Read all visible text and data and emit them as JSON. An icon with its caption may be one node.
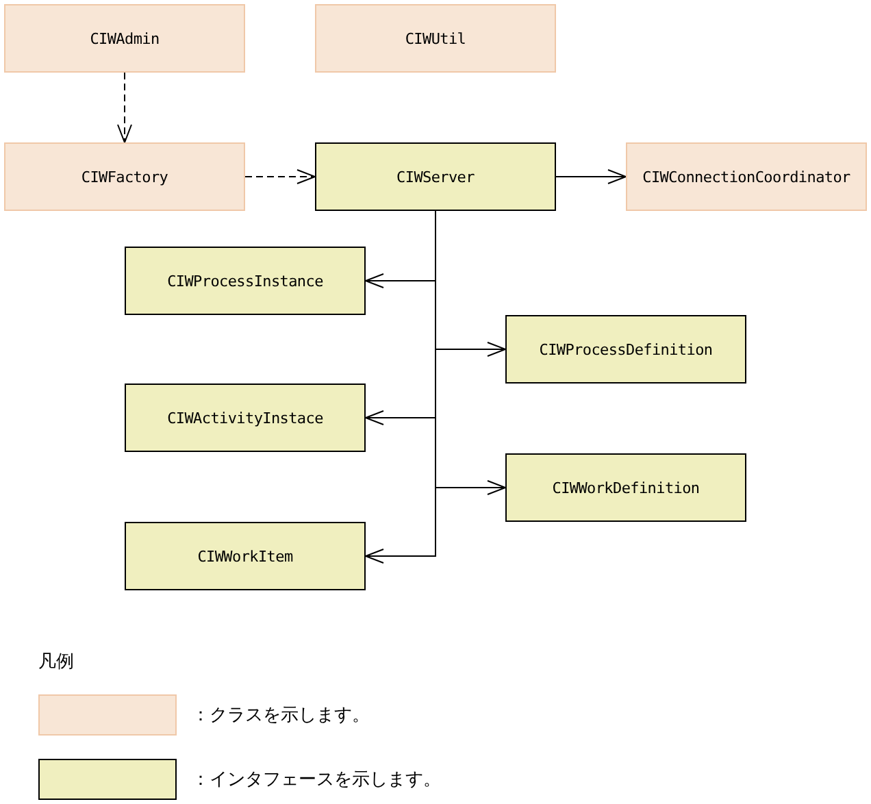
{
  "diagram": {
    "nodes": [
      {
        "text": [
          "CIWAdmin"
        ]
      },
      {
        "text": [
          "CIWUtil"
        ]
      },
      {
        "text": [
          "CIWFactory"
        ]
      },
      {
        "text": [
          "CIWServer"
        ]
      },
      {
        "text": [
          "CIWConnectionCoordinator"
        ]
      },
      {
        "text": [
          "CIWProcessInstance"
        ]
      },
      {
        "text": [
          "CIWProcessDefinition"
        ]
      },
      {
        "text": [
          "CIWActivityInstace"
        ]
      },
      {
        "text": [
          "CIWWorkDefinition"
        ]
      },
      {
        "text": [
          "CIWWorkItem"
        ]
      }
    ],
    "edges": [
      {
        "from": 0,
        "to": 2,
        "arrow": "to",
        "style": "dashed"
      },
      {
        "from": 2,
        "to": 3,
        "arrow": "to",
        "style": "dashed"
      },
      {
        "from": 3,
        "to": 4,
        "arrow": "to"
      },
      {
        "from": 3,
        "to": 5,
        "arrow": "to"
      },
      {
        "from": 3,
        "to": 6,
        "arrow": "to"
      },
      {
        "from": 3,
        "to": 7,
        "arrow": "to"
      },
      {
        "from": 3,
        "to": 8,
        "arrow": "to"
      },
      {
        "from": 3,
        "to": 9,
        "arrow": "to"
      }
    ],
    "labels": [
      "凡例"
    ],
    "legend": [
      {
        "text": "：クラスを示します。",
        "color": "#f8e6d6"
      },
      {
        "text": "：インタフェースを示します。",
        "color": "#f0efbf"
      }
    ]
  }
}
